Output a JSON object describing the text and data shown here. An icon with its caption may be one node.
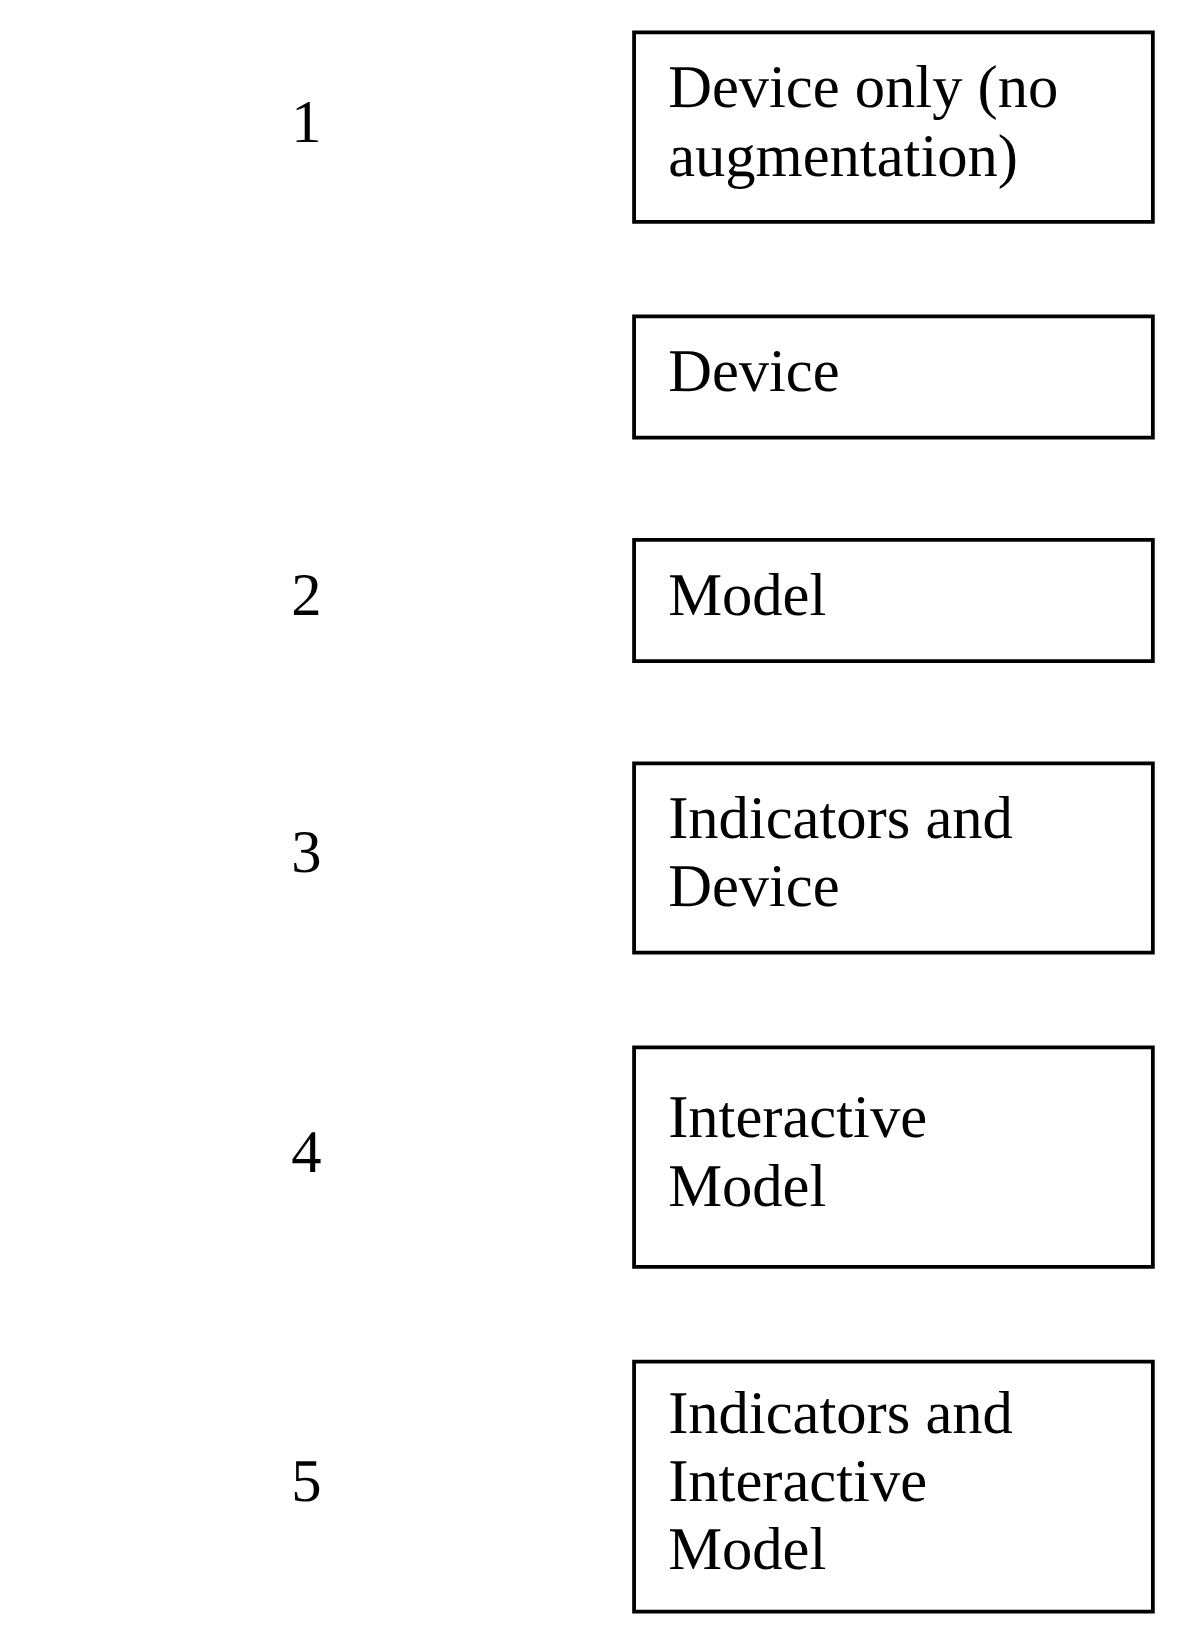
{
  "diagram": {
    "nodes": [
      {
        "text": [
          "Device only (no augmentation)"
        ]
      },
      {
        "text": [
          "Device"
        ]
      },
      {
        "text": [
          "Model"
        ]
      },
      {
        "text": [
          "Indicators and Device"
        ]
      },
      {
        "text": [
          "Interactive Model"
        ]
      },
      {
        "text": [
          "Indicators and Interactive Model"
        ]
      }
    ],
    "labels": [
      "1",
      "2",
      "3",
      "4",
      "5"
    ]
  }
}
